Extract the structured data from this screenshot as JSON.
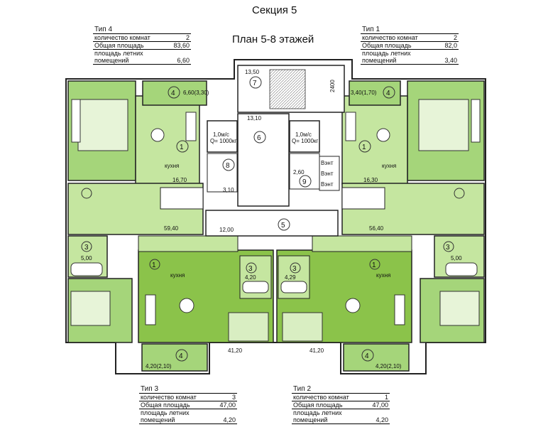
{
  "header": {
    "section": "Секция 5",
    "plan": "План 5-8 этажей"
  },
  "apartments": [
    {
      "type": "Тип 4",
      "rooms_label": "количество комнат",
      "rooms": "2",
      "area_label": "Общая площадь",
      "area": "83,60",
      "summer_label_1": "площадь летних",
      "summer_label_2": "помещений",
      "summer": "6,60"
    },
    {
      "type": "Тип 1",
      "rooms_label": "количество комнат",
      "rooms": "2",
      "area_label": "Общая площадь",
      "area": "82,0",
      "summer_label_1": "площадь летних",
      "summer_label_2": "помещений",
      "summer": "3,40"
    },
    {
      "type": "Тип 3",
      "rooms_label": "количество комнат",
      "rooms": "3",
      "area_label": "Общая площадь",
      "area": "47,00",
      "summer_label_1": "площадь летних",
      "summer_label_2": "помещений",
      "summer": "4,20"
    },
    {
      "type": "Тип 2",
      "rooms_label": "количество комнат",
      "rooms": "1",
      "area_label": "Общая площадь",
      "area": "47,00",
      "summer_label_1": "площадь летних",
      "summer_label_2": "помещений",
      "summer": "4,20"
    }
  ],
  "plan_labels": {
    "tl_loggia_area": "6,60(3,30)",
    "tr_loggia_area": "3,40(1,70)",
    "bl_loggia_area": "4,20(2,10)",
    "br_loggia_area": "4,20(2,10)",
    "stair_area": "13,50",
    "hall_area": "13,10",
    "corridor_area": "12,00",
    "room8_area": "3,10",
    "room9_area": "2,60",
    "tl_kitchen_area": "16,70",
    "tr_kitchen_area": "16,30",
    "tl_living_area": "59,40",
    "tr_living_area": "56,40",
    "tl_bath_area": "5,00",
    "tr_bath_area": "5,00",
    "bl_bath_area": "4,20",
    "br_bath_area": "4,29",
    "bl_total_area": "41,20",
    "br_total_area": "41,20",
    "kitchen_word": "кухня",
    "dim_2400": "2400",
    "lift_text_1": "1,0м/с",
    "lift_text_2": "Q= 1000кг",
    "shaft_label": "Вэнт",
    "numbers": {
      "n1": "1",
      "n3": "3",
      "n4": "4",
      "n5": "5",
      "n6": "6",
      "n7": "7",
      "n8": "8",
      "n9": "9"
    }
  },
  "colors": {
    "light_green": "#c5e6a0",
    "mid_green": "#a5d57a",
    "dark_green": "#8bc34a",
    "wall": "#222222",
    "core": "#ffffff"
  }
}
